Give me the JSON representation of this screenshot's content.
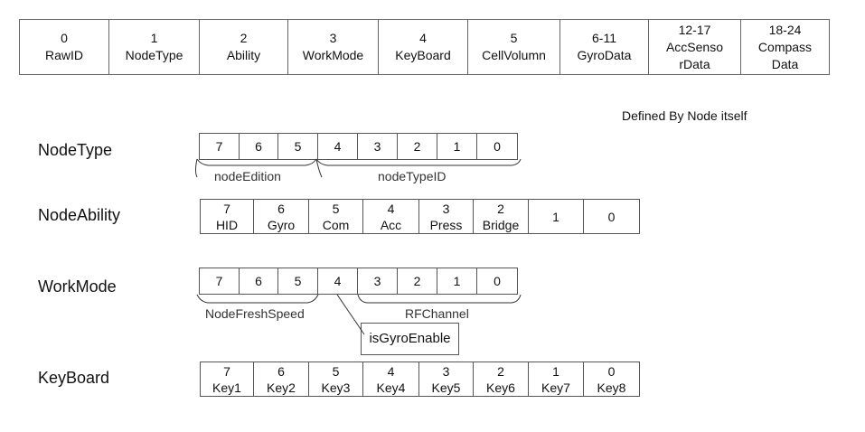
{
  "raw_packet": [
    {
      "index": "0",
      "name": "RawID"
    },
    {
      "index": "1",
      "name": "NodeType"
    },
    {
      "index": "2",
      "name": "Ability"
    },
    {
      "index": "3",
      "name": "WorkMode"
    },
    {
      "index": "4",
      "name": "KeyBoard"
    },
    {
      "index": "5",
      "name": "CellVolumn"
    },
    {
      "index": "6-11",
      "name": "GyroData"
    },
    {
      "index": "12-17",
      "name": "AccSenso",
      "name2": "rData"
    },
    {
      "index": "18-24",
      "name": "Compass",
      "name2": "Data"
    }
  ],
  "note": "Defined By Node itself",
  "node_type": {
    "label": "NodeType",
    "bits": [
      "7",
      "6",
      "5",
      "4",
      "3",
      "2",
      "1",
      "0"
    ],
    "groups": [
      "nodeEdition",
      "nodeTypeID"
    ]
  },
  "node_ability": {
    "label": "NodeAbility",
    "bits": [
      {
        "bit": "7",
        "name": "HID"
      },
      {
        "bit": "6",
        "name": "Gyro"
      },
      {
        "bit": "5",
        "name": "Com"
      },
      {
        "bit": "4",
        "name": "Acc"
      },
      {
        "bit": "3",
        "name": "Press"
      },
      {
        "bit": "2",
        "name": "Bridge"
      },
      {
        "bit": "1",
        "name": ""
      },
      {
        "bit": "0",
        "name": ""
      }
    ]
  },
  "work_mode": {
    "label": "WorkMode",
    "bits": [
      "7",
      "6",
      "5",
      "4",
      "3",
      "2",
      "1",
      "0"
    ],
    "groups": [
      "NodeFreshSpeed",
      "RFChannel"
    ],
    "callout": "isGyroEnable"
  },
  "keyboard": {
    "label": "KeyBoard",
    "bits": [
      {
        "bit": "7",
        "name": "Key1"
      },
      {
        "bit": "6",
        "name": "Key2"
      },
      {
        "bit": "5",
        "name": "Key3"
      },
      {
        "bit": "4",
        "name": "Key4"
      },
      {
        "bit": "3",
        "name": "Key5"
      },
      {
        "bit": "2",
        "name": "Key6"
      },
      {
        "bit": "1",
        "name": "Key7"
      },
      {
        "bit": "0",
        "name": "Key8"
      }
    ]
  }
}
